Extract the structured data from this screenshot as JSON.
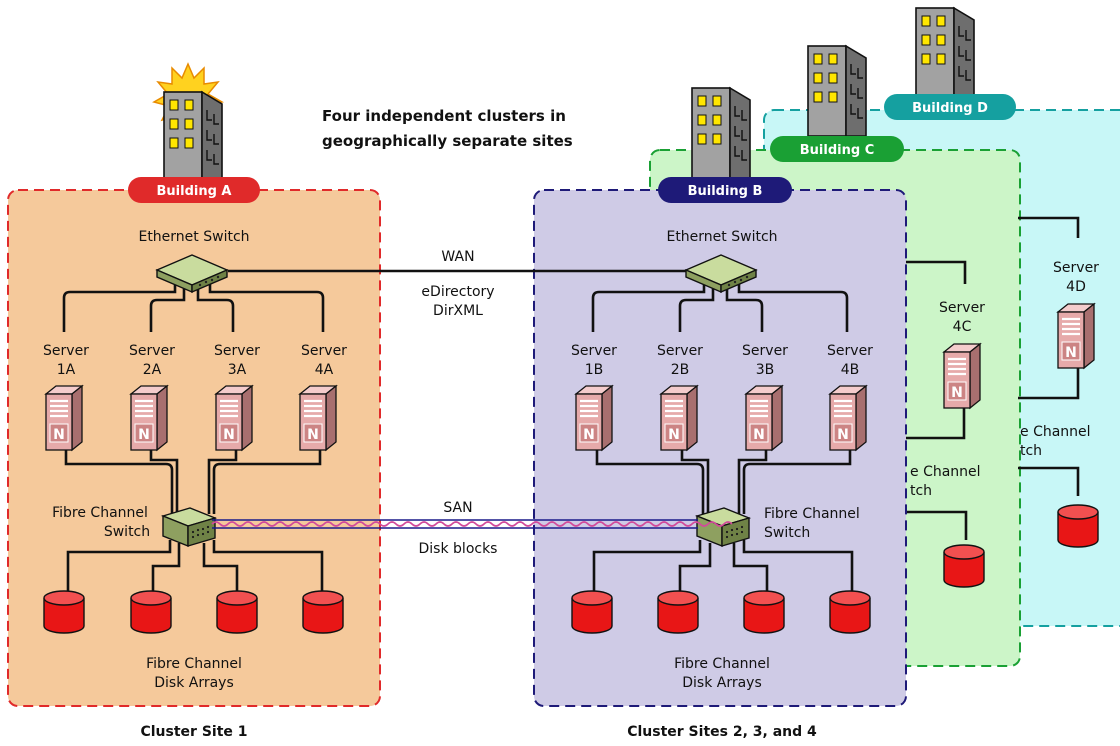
{
  "title_lines": [
    "Four independent clusters in",
    "geographically separate sites"
  ],
  "sites": [
    {
      "id": "a",
      "building": "Building A",
      "color": "#e02a2a",
      "panel_fill": "#f5c99b",
      "ethernet_switch_label": "Ethernet Switch",
      "fc_switch_lines": [
        "Fibre Channel",
        "Switch"
      ],
      "servers": [
        [
          "Server",
          "1A"
        ],
        [
          "Server",
          "2A"
        ],
        [
          "Server",
          "3A"
        ],
        [
          "Server",
          "4A"
        ]
      ],
      "disk_arrays_lines": [
        "Fibre Channel",
        "Disk Arrays"
      ],
      "caption": "Cluster Site 1"
    },
    {
      "id": "b",
      "building": "Building B",
      "color": "#1e1a78",
      "panel_fill": "#cfcbe6",
      "ethernet_switch_label": "Ethernet Switch",
      "fc_switch_lines": [
        "Fibre Channel",
        "Switch"
      ],
      "servers": [
        [
          "Server",
          "1B"
        ],
        [
          "Server",
          "2B"
        ],
        [
          "Server",
          "3B"
        ],
        [
          "Server",
          "4B"
        ]
      ],
      "disk_arrays_lines": [
        "Fibre Channel",
        "Disk Arrays"
      ],
      "caption": "Cluster Sites 2, 3, and 4"
    },
    {
      "id": "c",
      "building": "Building C",
      "color": "#1aa034",
      "panel_fill": "#ccf5c8",
      "server": [
        "Server",
        "4C"
      ],
      "fc_switch_partial": [
        "e Channel",
        "tch"
      ]
    },
    {
      "id": "d",
      "building": "Building D",
      "color": "#15a0a0",
      "panel_fill": "#c8f7f7",
      "server": [
        "Server",
        "4D"
      ],
      "fc_switch_partial": [
        "e Channel",
        "tch"
      ]
    }
  ],
  "wan_link": {
    "label": "WAN",
    "sub_lines": [
      "eDirectory",
      "DirXML"
    ]
  },
  "san_link": {
    "label": "SAN",
    "sub_label": "Disk blocks"
  },
  "icons": {
    "building": "office-building-icon",
    "ethernet_switch": "ethernet-switch-icon",
    "fc_switch": "fibre-channel-switch-icon",
    "server": "novell-server-icon",
    "disk": "disk-array-icon"
  },
  "server_logo_letter": "N",
  "colors": {
    "disk": "#e81616",
    "server": "#e6aaaa",
    "switch": "#b9d08b",
    "building": "#9e9e9e",
    "window": "#ffe600"
  }
}
